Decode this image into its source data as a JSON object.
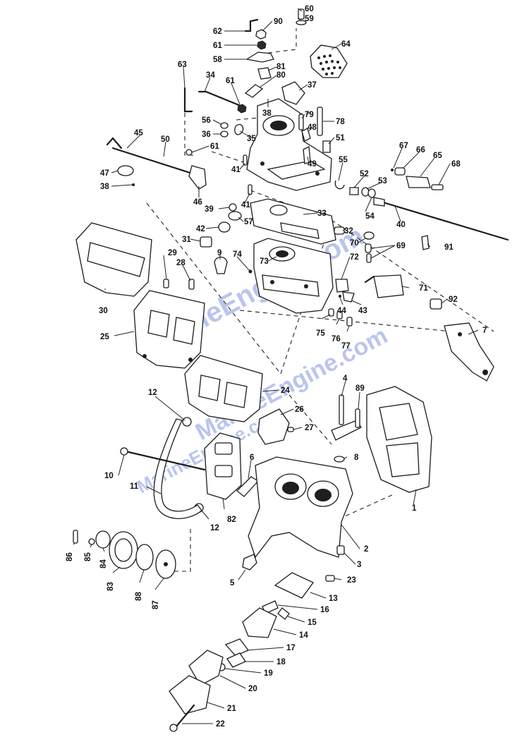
{
  "watermarks": [
    "MarineEngine.com",
    "MarineEngine.com",
    "MarineEngine.com"
  ],
  "callouts": [
    "60",
    "59",
    "62",
    "90",
    "61",
    "58",
    "64",
    "63",
    "34",
    "81",
    "80",
    "37",
    "61",
    "38",
    "79",
    "78",
    "56",
    "36",
    "35",
    "48",
    "51",
    "45",
    "50",
    "61",
    "67",
    "66",
    "65",
    "68",
    "47",
    "38",
    "41",
    "49",
    "55",
    "52",
    "53",
    "46",
    "39",
    "41",
    "33",
    "54",
    "40",
    "57",
    "42",
    "31",
    "9",
    "32",
    "70",
    "69",
    "91",
    "74",
    "73",
    "72",
    "29",
    "28",
    "30",
    "44",
    "43",
    "71",
    "92",
    "25",
    "75",
    "76",
    "77",
    "7",
    "24",
    "12",
    "26",
    "4",
    "89",
    "27",
    "10",
    "8",
    "6",
    "11",
    "82",
    "12",
    "1",
    "86",
    "85",
    "84",
    "83",
    "88",
    "87",
    "2",
    "3",
    "5",
    "23",
    "13",
    "16",
    "15",
    "14",
    "17",
    "18",
    "19",
    "20",
    "21",
    "22"
  ]
}
